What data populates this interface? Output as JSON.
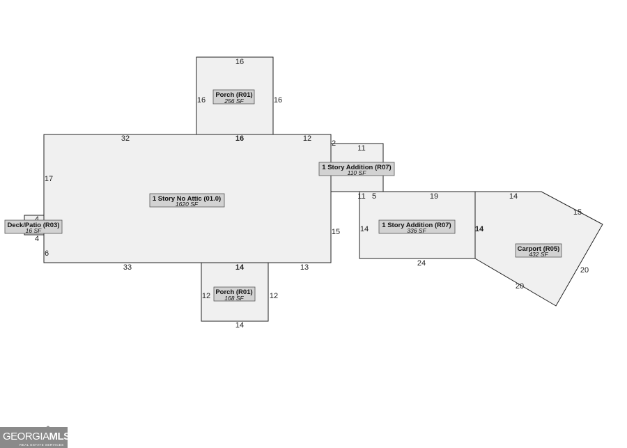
{
  "areas": [
    {
      "name": "Porch (R01)",
      "area": "256 SF"
    },
    {
      "name": "1 Story No Attic (01.0)",
      "area": "1620 SF"
    },
    {
      "name": "1 Story Addition (R07)",
      "area": "110 SF"
    },
    {
      "name": "1 Story Addition (R07)",
      "area": "336 SF"
    },
    {
      "name": "Carport (R05)",
      "area": "432 SF"
    },
    {
      "name": "Deck/Patio (R03)",
      "area": "16 SF"
    },
    {
      "name": "Porch (R01)",
      "area": "168 SF"
    }
  ],
  "dims": {
    "porch_top": [
      "16",
      "16",
      "16",
      "16"
    ],
    "main": [
      "32",
      "16",
      "12",
      "17",
      "15",
      "33",
      "14",
      "13",
      "6",
      "4",
      "4"
    ],
    "add_small": [
      "2",
      "11",
      "11",
      "5"
    ],
    "add_large": [
      "19",
      "14",
      "14",
      "24"
    ],
    "carport": [
      "14",
      "15",
      "20",
      "20"
    ],
    "porch_bottom": [
      "12",
      "12",
      "14"
    ]
  },
  "logo": {
    "main_a": "GEORGIA",
    "main_b": "MLS",
    "sub": "REAL ESTATE SERVICES"
  }
}
